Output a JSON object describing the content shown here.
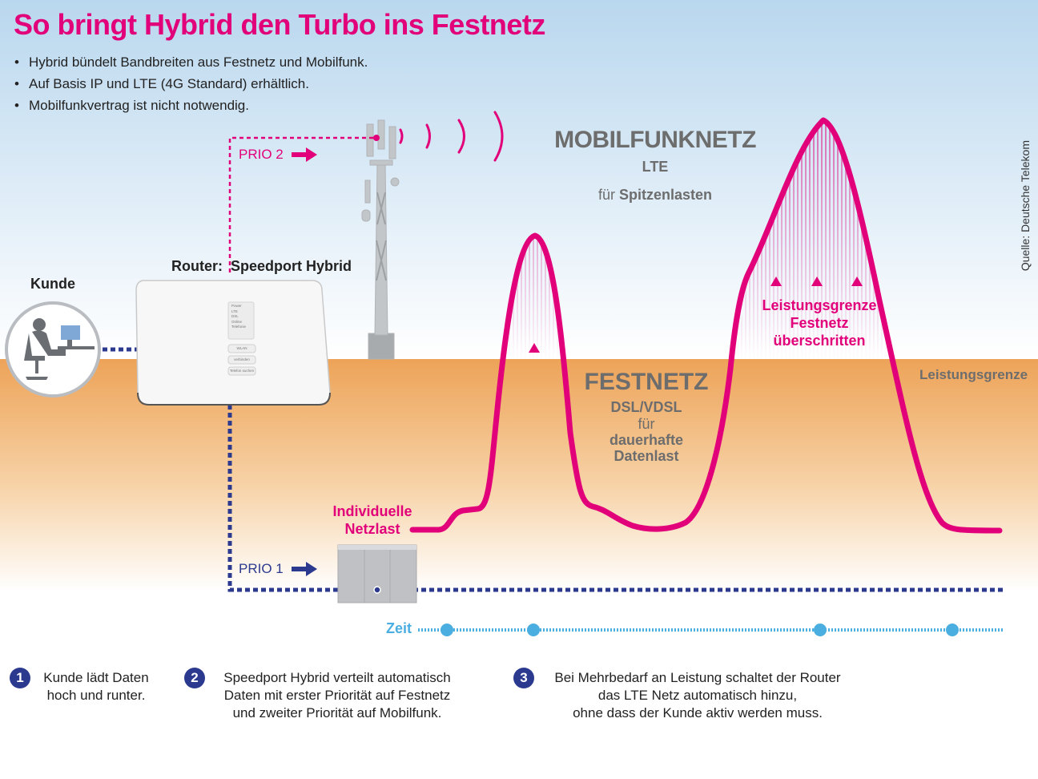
{
  "title": "So bringt Hybrid den Turbo ins Festnetz",
  "bullets": [
    "Hybrid bündelt Bandbreiten aus Festnetz und Mobilfunk.",
    "Auf Basis IP und LTE (4G Standard) erhältlich.",
    "Mobilfunkvertrag ist nicht notwendig."
  ],
  "source": "Quelle: Deutsche Telekom",
  "customer_label": "Kunde",
  "router": {
    "label_prefix": "Router:",
    "label_name": "Speedport Hybrid",
    "screen_items": [
      "Power",
      "LTE",
      "DSL",
      "Online",
      "Telefonie"
    ],
    "buttons": [
      "WLAN",
      "verbinden",
      "Telefon suchen"
    ]
  },
  "prio2": "PRIO 2",
  "prio1": "PRIO 1",
  "mobile": {
    "title": "MOBILFUNKNETZ",
    "subtitle": "LTE",
    "desc_prefix": "für",
    "desc_bold": "Spitzenlasten"
  },
  "fixed": {
    "title": "FESTNETZ",
    "subtitle": "DSL/VDSL",
    "desc_line1": "für",
    "desc_line2": "dauerhafte",
    "desc_line3": "Datenlast"
  },
  "limit_label": "Leistungsgrenze",
  "exceeded": [
    "Leistungsgrenze",
    "Festnetz",
    "überschritten"
  ],
  "load_label": [
    "Individuelle",
    "Netzlast"
  ],
  "time_label": "Zeit",
  "steps": [
    {
      "num": "1",
      "lines": [
        "Kunde lädt Daten",
        "hoch und runter."
      ]
    },
    {
      "num": "2",
      "lines": [
        "Speedport Hybrid verteilt automatisch",
        "Daten mit erster Priorität auf Festnetz",
        "und zweiter Priorität auf Mobilfunk."
      ]
    },
    {
      "num": "3",
      "lines": [
        "Bei Mehrbedarf an Leistung schaltet der Router",
        "das LTE Netz automatisch hinzu,",
        "ohne dass der Kunde aktiv werden muss."
      ]
    }
  ],
  "colors": {
    "magenta": "#e2007a",
    "navy": "#2b3a8f",
    "sky_top": "#bcd9ef",
    "ground": "#eea65a",
    "time": "#4aaee0",
    "gray": "#6d6d6d"
  }
}
